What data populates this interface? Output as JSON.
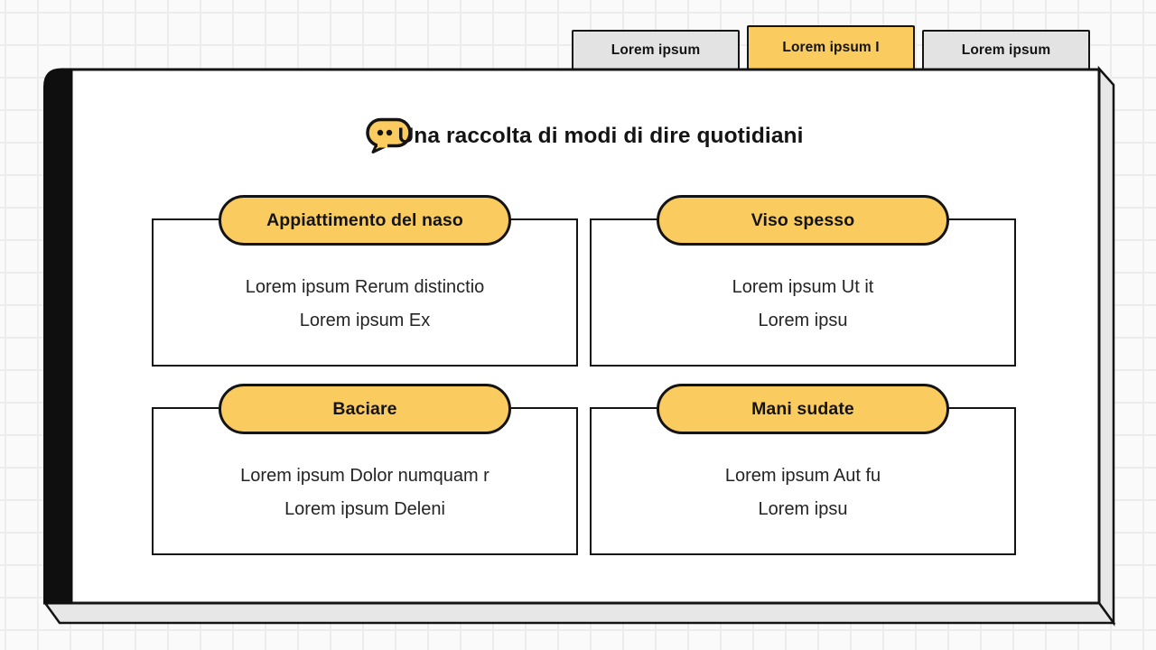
{
  "window": {
    "kind": "presentation-slide"
  },
  "tabs": [
    {
      "label": "Lorem ipsum",
      "active": false
    },
    {
      "label": "Lorem ipsum I",
      "active": true
    },
    {
      "label": "Lorem ipsum",
      "active": false
    }
  ],
  "slide": {
    "title": "Una raccolta di modi di dire quotidiani",
    "title_icon": "speech-bubble-icon",
    "cards": [
      {
        "header": "Appiattimento del naso",
        "lines": [
          "Lorem ipsum Rerum distinctio",
          "Lorem ipsum Ex"
        ]
      },
      {
        "header": "Viso spesso",
        "lines": [
          "Lorem ipsum Ut it",
          "Lorem ipsu"
        ]
      },
      {
        "header": "Baciare",
        "lines": [
          "Lorem ipsum Dolor numquam r",
          "Lorem ipsum Deleni"
        ]
      },
      {
        "header": "Mani sudate",
        "lines": [
          "Lorem ipsum Aut fu",
          "Lorem ipsu"
        ]
      }
    ]
  },
  "colors": {
    "accent_yellow": "#FACB5F",
    "tab_inactive_gray": "#E3E3E3",
    "outline_black": "#141414",
    "slab_side_gray": "#E7E7E7",
    "page_white": "#FFFFFF",
    "canvas_grid_line": "#ECECEC"
  }
}
